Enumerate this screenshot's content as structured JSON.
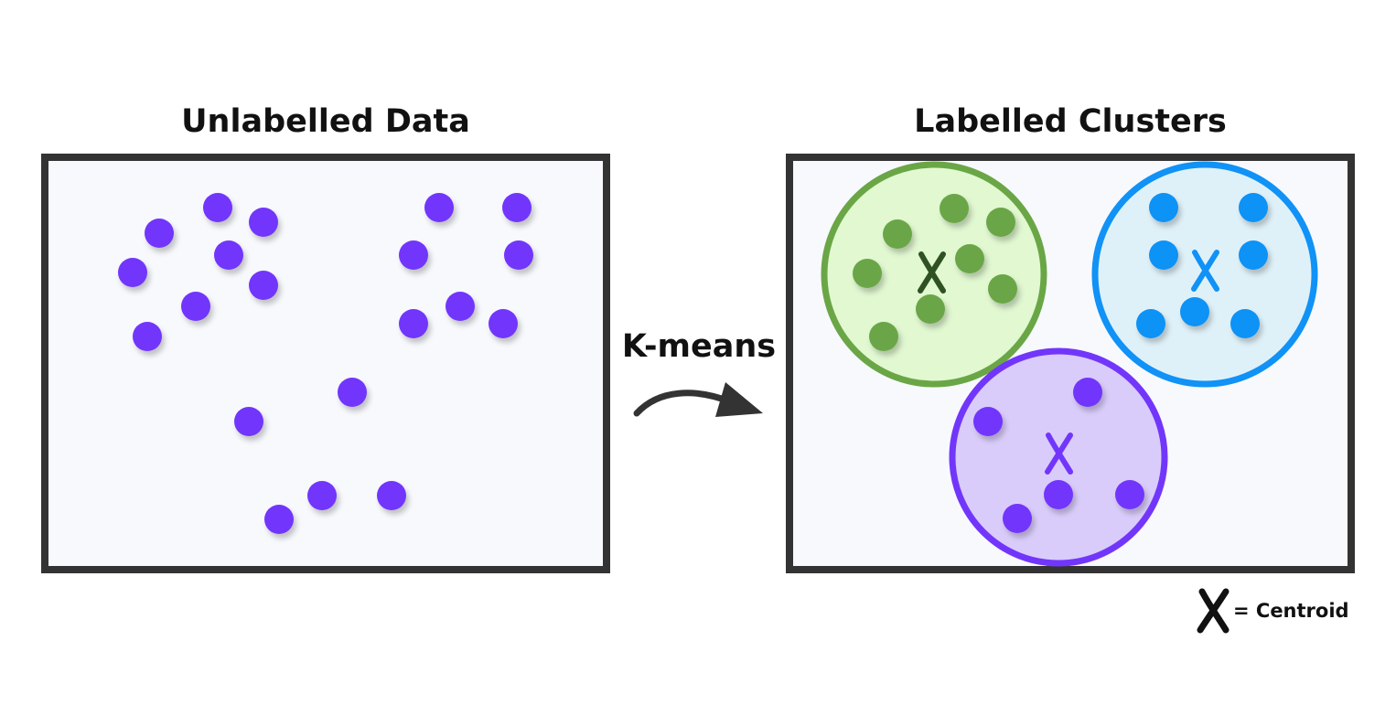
{
  "titles": {
    "left": "Unlabelled Data",
    "right": "Labelled Clusters"
  },
  "transform_label": "K-means",
  "legend": {
    "text": "= Centroid",
    "icon": "x-mark-icon"
  },
  "colors": {
    "unlabelled_point": "#7236fb",
    "frame": "#333333",
    "panel_fill": "#f7f9fd",
    "cluster_green": {
      "stroke": "#6aa646",
      "fill": "#e1f8d1",
      "point": "#6aa646",
      "centroid": "#2f5223"
    },
    "cluster_blue": {
      "stroke": "#1092f6",
      "fill": "#dff1f8",
      "point": "#1092f6",
      "centroid": "#1092f6"
    },
    "cluster_purple": {
      "stroke": "#7236fb",
      "fill": "#d9ccfa",
      "point": "#7236fb",
      "centroid": "#7236fb"
    }
  }
}
